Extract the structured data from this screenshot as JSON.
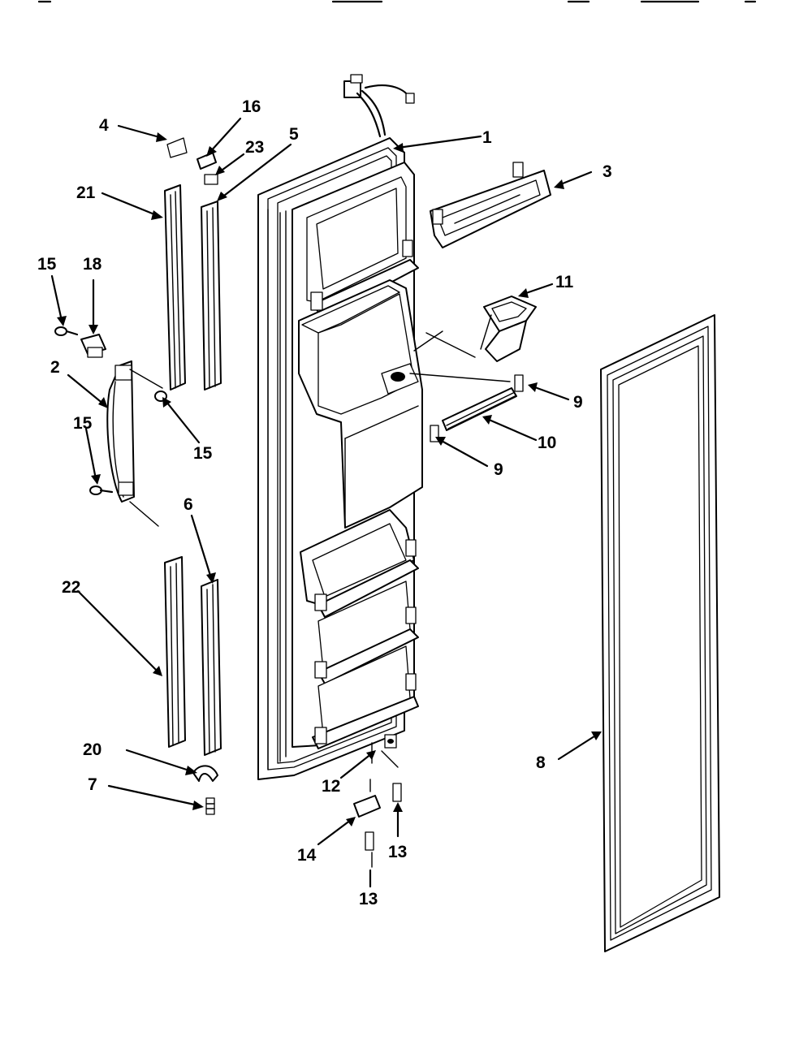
{
  "diagram": {
    "callouts": [
      {
        "id": "c1",
        "text": "1"
      },
      {
        "id": "c2",
        "text": "2"
      },
      {
        "id": "c3",
        "text": "3"
      },
      {
        "id": "c4",
        "text": "4"
      },
      {
        "id": "c5",
        "text": "5"
      },
      {
        "id": "c6",
        "text": "6"
      },
      {
        "id": "c7",
        "text": "7"
      },
      {
        "id": "c8",
        "text": "8"
      },
      {
        "id": "c9a",
        "text": "9"
      },
      {
        "id": "c9b",
        "text": "9"
      },
      {
        "id": "c10",
        "text": "10"
      },
      {
        "id": "c11",
        "text": "11"
      },
      {
        "id": "c12",
        "text": "12"
      },
      {
        "id": "c13a",
        "text": "13"
      },
      {
        "id": "c13b",
        "text": "13"
      },
      {
        "id": "c14",
        "text": "14"
      },
      {
        "id": "c15a",
        "text": "15"
      },
      {
        "id": "c15b",
        "text": "15"
      },
      {
        "id": "c15c",
        "text": "15"
      },
      {
        "id": "c16",
        "text": "16"
      },
      {
        "id": "c18",
        "text": "18"
      },
      {
        "id": "c20",
        "text": "20"
      },
      {
        "id": "c21",
        "text": "21"
      },
      {
        "id": "c22",
        "text": "22"
      },
      {
        "id": "c23",
        "text": "23"
      }
    ]
  }
}
